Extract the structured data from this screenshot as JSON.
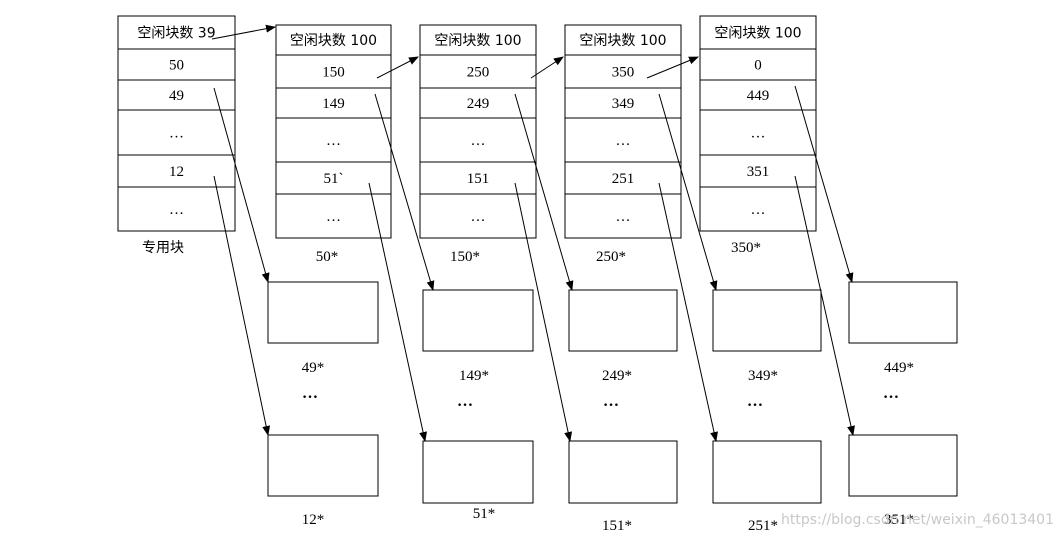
{
  "special_block_label": "专用块",
  "columns": [
    {
      "cells": [
        "空闲块数 39",
        "50",
        "49",
        "…",
        "12",
        "…"
      ],
      "label": ""
    },
    {
      "cells": [
        "空闲块数 100",
        "150",
        "149",
        "…",
        "51`",
        "…"
      ],
      "label": "50*"
    },
    {
      "cells": [
        "空闲块数 100",
        "250",
        "249",
        "…",
        "151",
        "…"
      ],
      "label": "150*"
    },
    {
      "cells": [
        "空闲块数 100",
        "350",
        "349",
        "…",
        "251",
        "…"
      ],
      "label": "250*"
    },
    {
      "cells": [
        "空闲块数 100",
        "0",
        "449",
        "…",
        "351",
        "…"
      ],
      "label": "350*"
    }
  ],
  "upper_data_blocks": [
    {
      "label": "49*",
      "ellipsis": "…"
    },
    {
      "label": "149*",
      "ellipsis": "…"
    },
    {
      "label": "249*",
      "ellipsis": "…"
    },
    {
      "label": "349*",
      "ellipsis": "…"
    },
    {
      "label": "449*",
      "ellipsis": "…"
    }
  ],
  "lower_data_blocks": [
    {
      "label": "12*"
    },
    {
      "label": "51*"
    },
    {
      "label": "151*"
    },
    {
      "label": "251*"
    },
    {
      "label": "351*"
    }
  ],
  "watermark": "https://blog.csdn.net/weixin_46013401"
}
